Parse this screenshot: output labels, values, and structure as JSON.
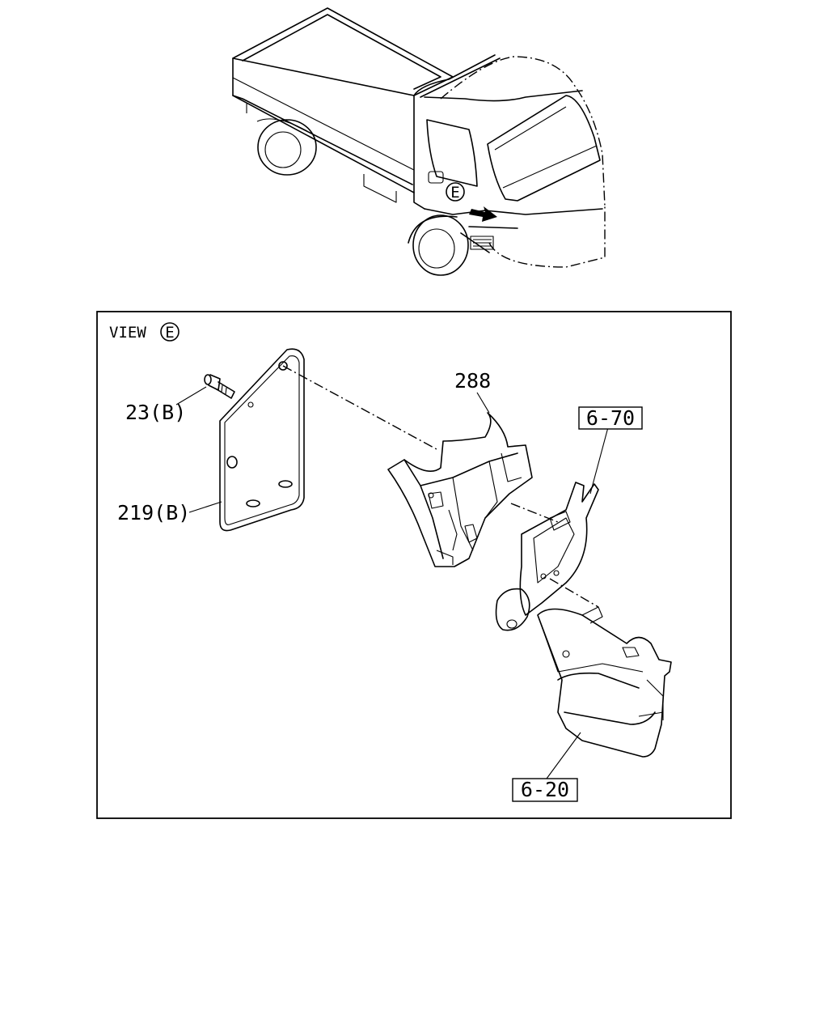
{
  "view_marker": "E",
  "view_label": "VIEW",
  "parts": {
    "p288": "288",
    "p23b": "23(B)",
    "p219b": "219(B)",
    "p670": "6-70",
    "p620": "6-20"
  },
  "colors": {
    "line": "#000000",
    "background": "#ffffff"
  }
}
